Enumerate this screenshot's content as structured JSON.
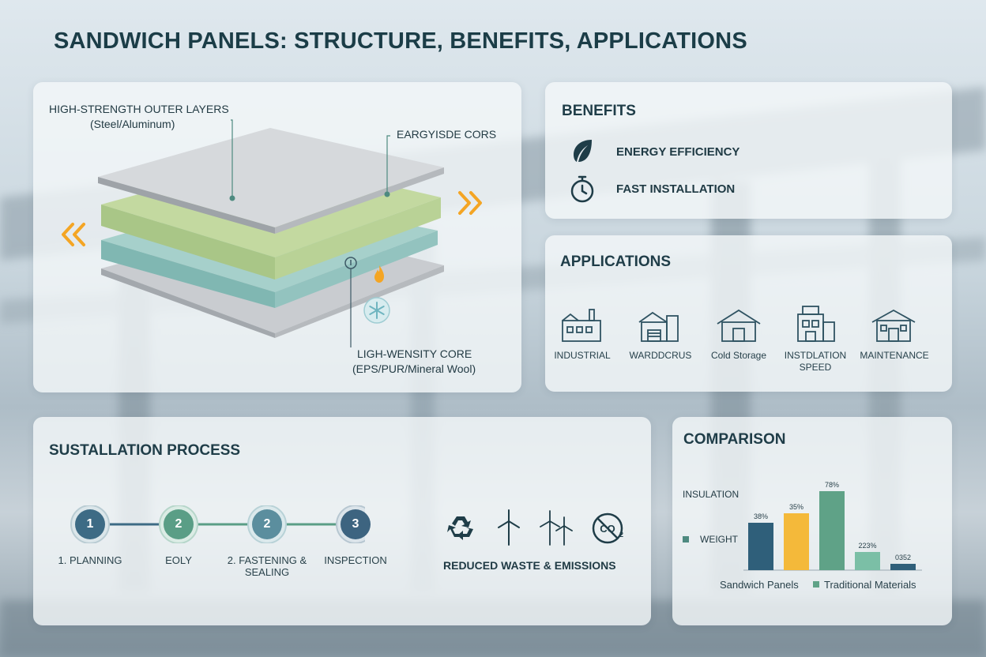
{
  "title": "SANDWICH PANELS: STRUCTURE, BENEFITS, APPLICATIONS",
  "structure": {
    "outer_label": "HIGH-STRENGTH OUTER LAYERS",
    "outer_sub": "(Steel/Aluminum)",
    "core_label_top": "EARGYISDE CORS",
    "core_label_bottom": "LIGH-WENSITY CORE",
    "core_sub": "(EPS/PUR/Mineral Wool)"
  },
  "benefits": {
    "heading": "BENEFITS",
    "items": [
      {
        "label": "ENERGY EFFICIENCY",
        "icon": "leaf-icon"
      },
      {
        "label": "FAST INSTALLATION",
        "icon": "stopwatch-icon"
      }
    ]
  },
  "applications": {
    "heading": "APPLICATIONS",
    "items": [
      {
        "label": "INDUSTRIAL",
        "icon": "factory-icon"
      },
      {
        "label": "WARDDCRUS",
        "icon": "warehouse-icon"
      },
      {
        "label": "Cold Storage",
        "icon": "cold-storage-icon"
      },
      {
        "label": "INSTDLATION SPEED",
        "icon": "installation-building-icon"
      },
      {
        "label": "MAINTENANCE",
        "icon": "house-icon"
      }
    ]
  },
  "process": {
    "heading": "SUSTALLATION PROCESS",
    "steps": [
      {
        "num": "1",
        "label": "1. PLANNING",
        "color": "#3d6b85"
      },
      {
        "num": "2",
        "label": "EOLY",
        "color": "#5a9e86"
      },
      {
        "num": "2",
        "label": "2. FASTENING & SEALING",
        "color": "#5b8e9e"
      },
      {
        "num": "3",
        "label": "INSPECTION",
        "color": "#3d6480"
      }
    ],
    "eco_caption": "REDUCED WASTE & EMISSIONS"
  },
  "comparison": {
    "heading": "COMPARISON",
    "row_label_1": "INSULATION",
    "row_label_2": "WEIGHT"
  },
  "chart_data": {
    "type": "bar",
    "title": "COMPARISON",
    "categories": [
      "Sandwich Panels",
      "Traditional Materials"
    ],
    "bars": [
      {
        "label": "38%",
        "value": 38,
        "color": "#2f5f7a"
      },
      {
        "label": "35%",
        "value": 35,
        "color": "#f4b93a"
      },
      {
        "label": "78%",
        "value": 78,
        "color": "#5fa287"
      },
      {
        "label": "223%",
        "value": 223,
        "color": "#7bbfa6"
      },
      {
        "label": "0352",
        "value": 352,
        "color": "#2f5f7a"
      }
    ],
    "legend": [
      {
        "name": "Sandwich Panels",
        "color": "#2f5f7a"
      },
      {
        "name": "Traditional Materials",
        "color": "#5fa287"
      }
    ],
    "grid": false,
    "legend_position": "bottom"
  },
  "colors": {
    "accent_orange": "#f4a524",
    "teal": "#4f8f86",
    "green_core": "#b5cf8f",
    "blue_core": "#8ec0bd",
    "metal": "#c9cdd1"
  }
}
